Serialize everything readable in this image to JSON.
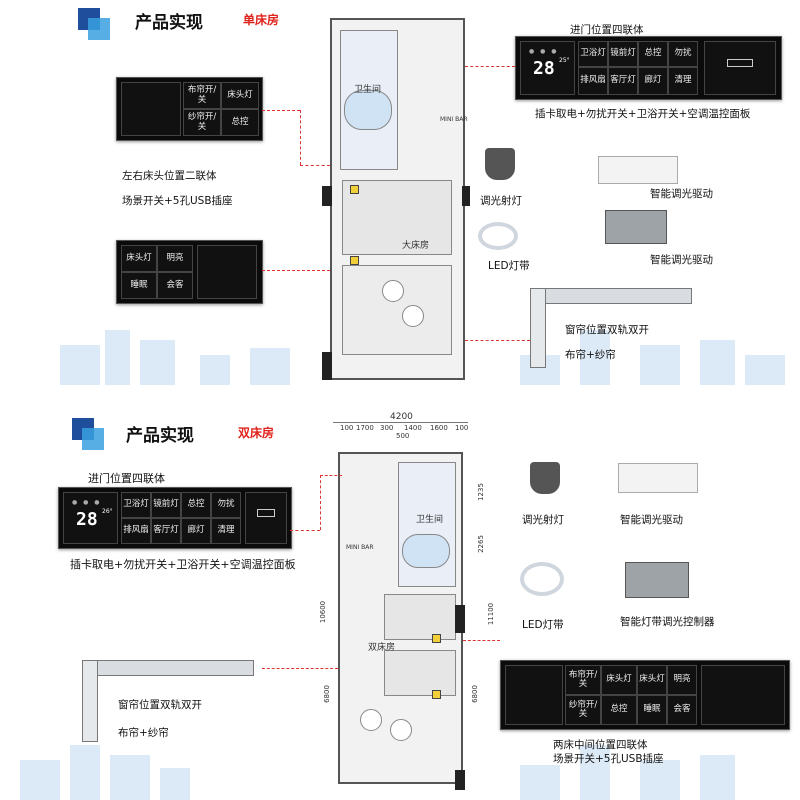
{
  "top": {
    "title": "产品实现",
    "tag": "单床房",
    "entry_panel_label": "进门位置四联体",
    "entry_panel_desc": "插卡取电+勿扰开关+卫浴开关+空调温控面板",
    "bedside_title": "左右床头位置二联体",
    "bedside_desc": "场景开关+5孔USB插座",
    "panel_top_buttons": [
      "布帘开/关",
      "床头灯",
      "纱帘开/关",
      "总控"
    ],
    "panel_lower_buttons": [
      "床头灯",
      "明亮",
      "睡眠",
      "会客"
    ],
    "entry_buttons": [
      "卫浴灯",
      "镜前灯",
      "总控",
      "勿扰",
      "排风扇",
      "客厅灯",
      "廊灯",
      "清理"
    ],
    "lcd_value": "28",
    "lcd_small": "25°",
    "room_labels": {
      "bath": "卫生间",
      "bed": "大床房",
      "minibar": "MINI BAR"
    },
    "products": [
      "调光射灯",
      "LED灯带",
      "智能调光驱动",
      "智能调光驱动"
    ],
    "curtain_title": "窗帘位置双轨双开",
    "curtain_desc": "布帘+纱帘"
  },
  "bottom": {
    "title": "产品实现",
    "tag": "双床房",
    "entry_panel_label": "进门位置四联体",
    "entry_panel_desc": "插卡取电+勿扰开关+卫浴开关+空调温控面板",
    "entry_buttons": [
      "卫浴灯",
      "镜前灯",
      "总控",
      "勿扰",
      "排风扇",
      "客厅灯",
      "廊灯",
      "清理"
    ],
    "lcd_value": "28",
    "lcd_small": "26°",
    "products": [
      "调光射灯",
      "智能调光驱动",
      "LED灯带",
      "智能灯带调光控制器"
    ],
    "curtain_title": "窗帘位置双轨双开",
    "curtain_desc": "布帘+纱帘",
    "middle_title": "两床中间位置四联体",
    "middle_desc": "场景开关+5孔USB插座",
    "middle_buttons": [
      "布帘开/关",
      "床头灯",
      "床头灯",
      "明亮",
      "纱帘开/关",
      "总控",
      "睡眠",
      "会客"
    ],
    "room_labels": {
      "bath": "卫生间",
      "bed": "双床房",
      "minibar": "MINI BAR"
    },
    "dims_top": [
      "4200",
      "100",
      "1700",
      "300",
      "1400",
      "1600",
      "100",
      "500"
    ],
    "dims_side": [
      "10600",
      "6800",
      "11100",
      "2265",
      "1235",
      "6800"
    ]
  }
}
